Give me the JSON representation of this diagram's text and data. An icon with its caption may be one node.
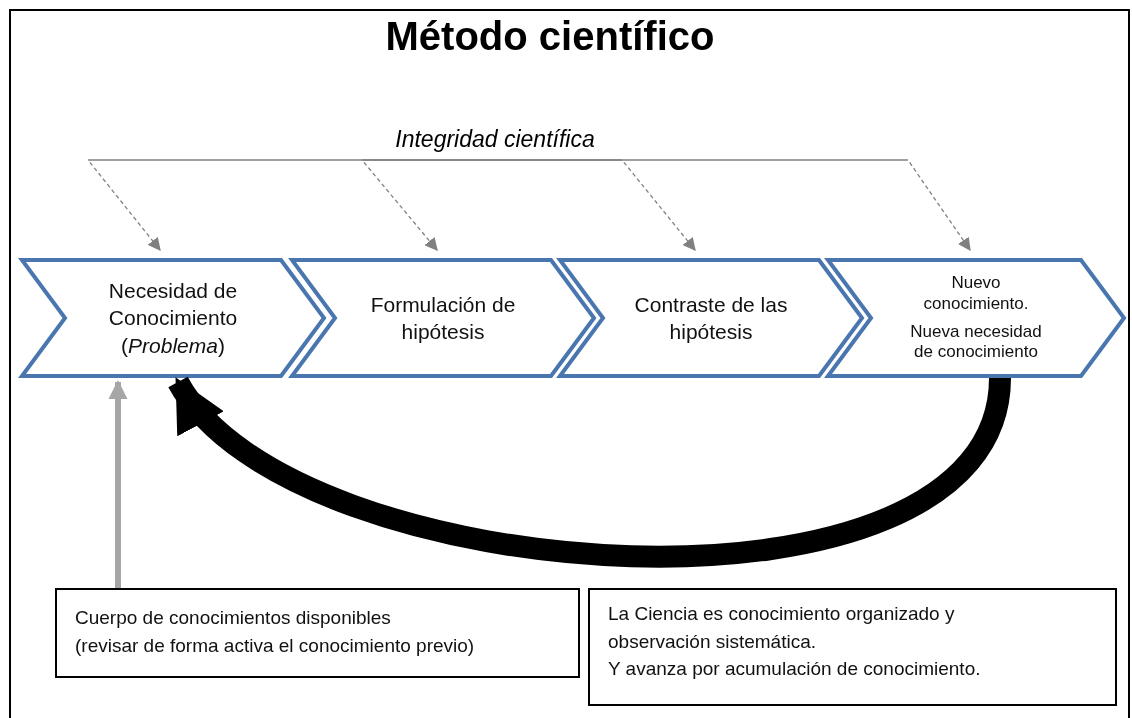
{
  "diagram": {
    "title": "Método científico",
    "nodes": [
      {
        "text": [
          "Integridad científica"
        ]
      },
      {
        "text": [
          "Necesidad de Conocimiento (*Problema*)"
        ]
      },
      {
        "text": [
          "Formulación de hipótesis"
        ]
      },
      {
        "text": [
          "Contraste de las hipótesis"
        ]
      },
      {
        "text": [
          "Nuevo conocimiento.",
          "Nueva necesidad de conocimiento"
        ]
      },
      {
        "text": [
          "Cuerpo de conocimientos disponibles",
          "(revisar de forma activa el conocimiento previo)"
        ]
      },
      {
        "text": [
          "La Ciencia es conocimiento organizado y observación sistemática.",
          "Y avanza por acumulación de conocimiento."
        ]
      }
    ],
    "edges": [
      {
        "from": 0,
        "to": 1,
        "arrow": "to",
        "style": "dashed"
      },
      {
        "from": 0,
        "to": 2,
        "arrow": "to",
        "style": "dashed"
      },
      {
        "from": 0,
        "to": 3,
        "arrow": "to",
        "style": "dashed"
      },
      {
        "from": 0,
        "to": 4,
        "arrow": "to",
        "style": "dashed"
      },
      {
        "from": 4,
        "to": 1,
        "arrow": "to",
        "style": "thick",
        "color": "#000000"
      },
      {
        "from": 5,
        "to": 1,
        "arrow": "to",
        "style": "thick",
        "color": "#a6a6a6"
      }
    ]
  }
}
